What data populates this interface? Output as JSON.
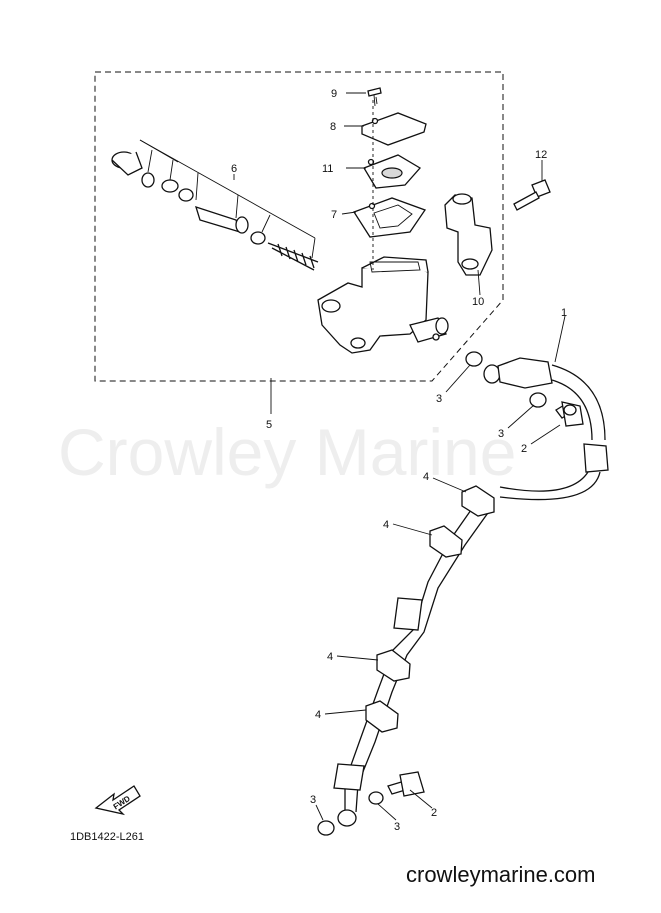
{
  "watermark": "Crowley Marine",
  "site_url": "crowleymarine.com",
  "diagram_code": "1DB1422-L261",
  "fwd_label": "FWD",
  "callouts": {
    "c1": "1",
    "c2a": "2",
    "c2b": "2",
    "c3a": "3",
    "c3b": "3",
    "c3c": "3",
    "c3d": "3",
    "c4a": "4",
    "c4b": "4",
    "c4c": "4",
    "c4d": "4",
    "c5": "5",
    "c6": "6",
    "c7": "7",
    "c8": "8",
    "c9": "9",
    "c10": "10",
    "c11": "11",
    "c12": "12"
  }
}
